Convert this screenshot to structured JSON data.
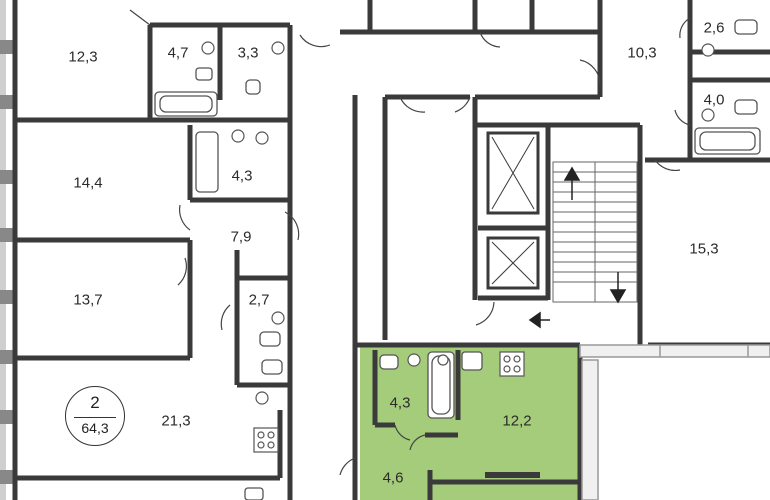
{
  "apartment": {
    "rooms": "2",
    "total_area": "64,3",
    "highlight_color": "#a5cc7a"
  },
  "rooms": {
    "r1": "12,3",
    "r2": "4,7",
    "r3": "3,3",
    "r4": "14,4",
    "r5": "4,3",
    "r6": "7,9",
    "r7": "13,7",
    "r8": "2,7",
    "r9": "21,3",
    "r10": "4,3",
    "r11": "12,2",
    "r12": "4,6",
    "r13": "10,3",
    "r14": "2,6",
    "r15": "4,0",
    "r16": "15,3"
  },
  "icons": [
    "toilet-icon",
    "sink-icon",
    "bathtub-icon",
    "stove-icon",
    "elevator-icon",
    "stairs-arrow-icon"
  ]
}
